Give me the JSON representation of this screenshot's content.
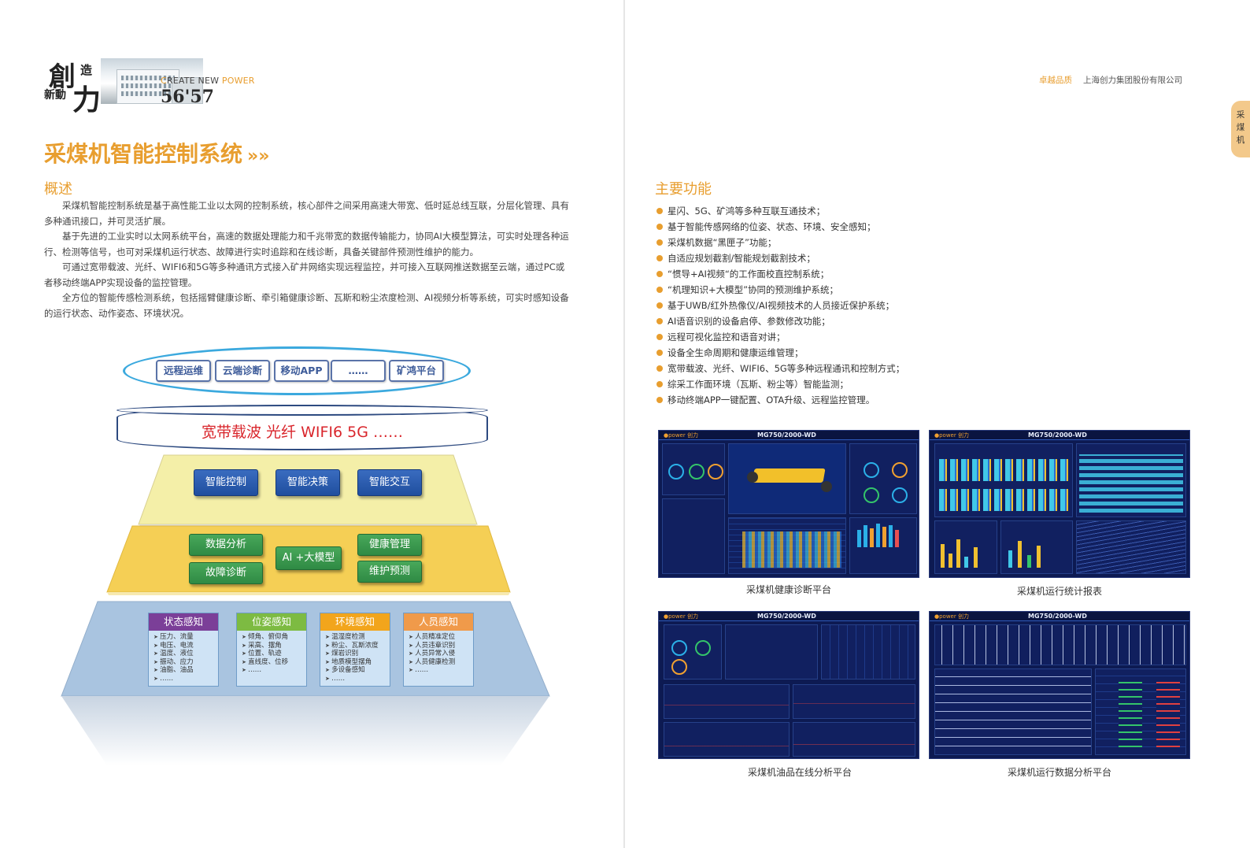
{
  "logo": {
    "calligraphy_big": "創",
    "calligraphy_small_1": "造",
    "calligraphy_small_2": "新動",
    "calligraphy_force": "力",
    "tagline_c": "C",
    "tagline_reate": "REATE NEW ",
    "tagline_power": "POWER",
    "number": "56'57"
  },
  "left": {
    "title": "采煤机智能控制系统",
    "title_arrows": "»»",
    "overview_heading": "概述",
    "overview_paragraphs": [
      "采煤机智能控制系统是基于高性能工业以太网的控制系统，核心部件之间采用高速大带宽、低时延总线互联，分层化管理、具有多种通讯接口，并可灵活扩展。",
      "基于先进的工业实时以太网系统平台，高速的数据处理能力和千兆带宽的数据传输能力，协同AI大模型算法，可实时处理各种运行、检测等信号，也可对采煤机运行状态、故障进行实时追踪和在线诊断，具备关键部件预测性维护的能力。",
      "可通过宽带载波、光纤、WIFI6和5G等多种通讯方式接入矿井网络实现远程监控，并可接入互联网推送数据至云端，通过PC或者移动终端APP实现设备的监控管理。",
      "全方位的智能传感检测系统，包括摇臂健康诊断、牵引箱健康诊断、瓦斯和粉尘浓度检测、AI视频分析等系统，可实时感知设备的运行状态、动作姿态、环境状况。"
    ],
    "apps": [
      "远程运维",
      "云端诊断",
      "移动APP",
      "……",
      "矿鸿平台"
    ],
    "network": "宽带载波   光纤   WIFI6   5G   ……",
    "tier1": [
      "智能控制",
      "智能决策",
      "智能交互"
    ],
    "tier2": {
      "left": [
        "数据分析",
        "故障诊断"
      ],
      "center": "AI +大模型",
      "right": [
        "健康管理",
        "维护预测"
      ]
    },
    "sensing": [
      {
        "title": "状态感知",
        "color": "#7b3f98",
        "items": [
          "压力、流量",
          "电压、电流",
          "温度、液位",
          "振动、应力",
          "油脂、油品",
          "……"
        ]
      },
      {
        "title": "位姿感知",
        "color": "#7dbb42",
        "items": [
          "倾角、俯仰角",
          "采高、摆角",
          "位置、轨迹",
          "直线度、位移",
          "……"
        ]
      },
      {
        "title": "环境感知",
        "color": "#f2a51c",
        "items": [
          "温湿度检测",
          "粉尘、瓦斯浓度",
          "煤岩识别",
          "地质模型摆角",
          "多设备感知",
          "……"
        ]
      },
      {
        "title": "人员感知",
        "color": "#f09a4a",
        "items": [
          "人员精准定位",
          "人员违章识别",
          "人员异常入侵",
          "人员健康检测",
          "……"
        ]
      }
    ]
  },
  "right": {
    "brand": "卓越品质",
    "company": "上海创力集团股份有限公司",
    "side_tab": [
      "采",
      "煤",
      "机"
    ],
    "features_heading": "主要功能",
    "features": [
      "星闪、5G、矿鸿等多种互联互通技术；",
      "基于智能传感网络的位姿、状态、环境、安全感知；",
      "采煤机数据“黑匣子”功能；",
      "自适应规划截割/智能规划截割技术；",
      "“惯导+AI视频“的工作面校直控制系统；",
      "“机理知识+大模型”协同的预测维护系统；",
      "基于UWB/红外热像仪/AI视频技术的人员接近保护系统；",
      "AI语音识别的设备启停、参数修改功能；",
      "远程可视化监控和语音对讲；",
      "设备全生命周期和健康运维管理；",
      "宽带载波、光纤、WIFI6、5G等多种远程通讯和控制方式；",
      "综采工作面环境（瓦斯、粉尘等）智能监测；",
      "移动终端APP一键配置、OTA升级、远程监控管理。"
    ],
    "screens": [
      {
        "caption": "采煤机健康诊断平台",
        "model": "MG750/2000-WD",
        "logo": "●power 创力"
      },
      {
        "caption": "采煤机运行统计报表",
        "model": "MG750/2000-WD",
        "logo": "●power 创力"
      },
      {
        "caption": "采煤机油品在线分析平台",
        "model": "MG750/2000-WD",
        "logo": "●power 创力"
      },
      {
        "caption": "采煤机运行数据分析平台",
        "model": "MG750/2000-WD",
        "logo": "●power 创力"
      }
    ]
  },
  "colors": {
    "accent": "#e89e2f",
    "tier1_bg": "#f4efa8",
    "tier2_bg": "#f5cf55",
    "tier3_bg": "#a9c4e0",
    "net_red": "#d9262c",
    "screen_bg": "#0d1a52"
  }
}
